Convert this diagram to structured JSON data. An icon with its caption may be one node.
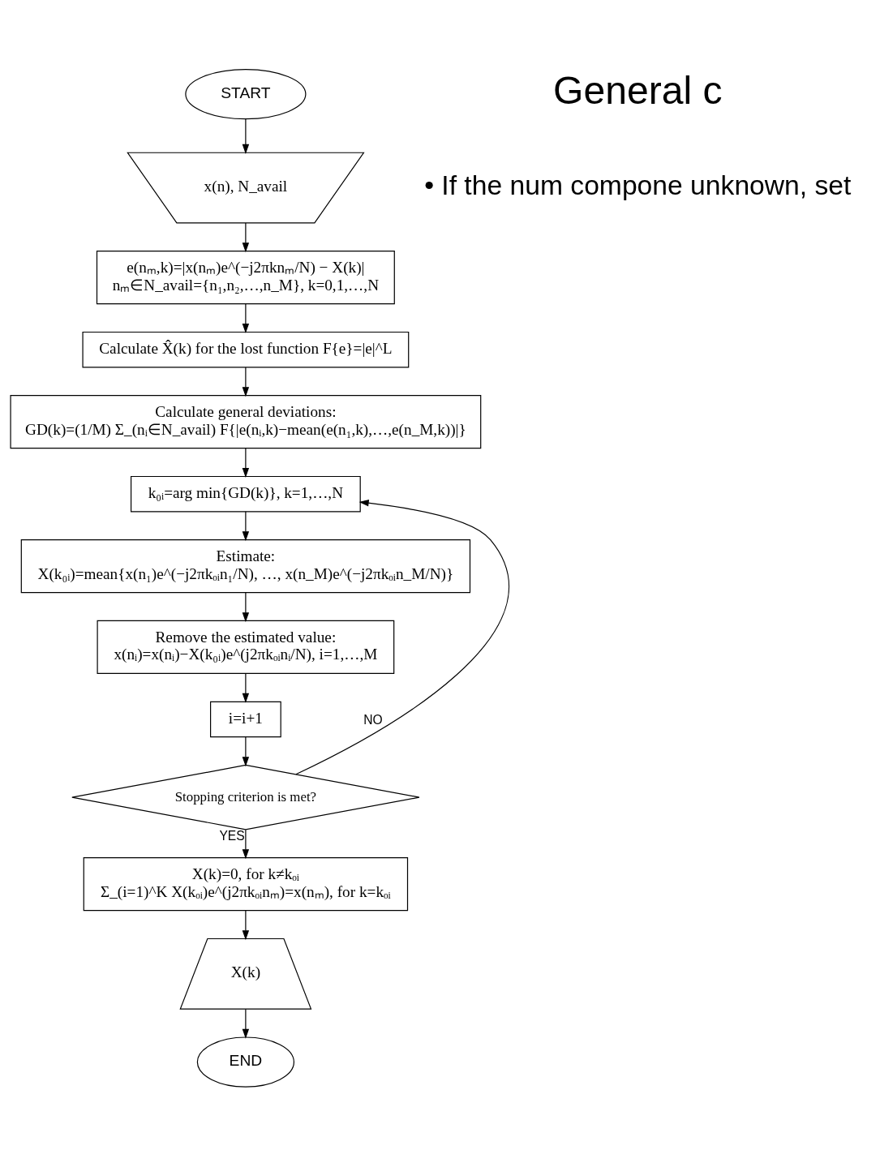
{
  "diagram": {
    "nodes": [
      {
        "text": [
          "START"
        ]
      },
      {
        "text": [
          "x(n), N_avail"
        ]
      },
      {
        "text": [
          "e(nₘ,k)=|x(nₘ)e^(−j2πknₘ/N) − X(k)|",
          "nₘ∈N_avail={n₁,n₂,…,n_M}, k=0,1,…,N"
        ]
      },
      {
        "text": [
          "Calculate X̂(k) for the lost function F{e}=|e|^L"
        ]
      },
      {
        "text": [
          "Calculate general deviations:",
          "GD(k)=(1/M) Σ_(nᵢ∈N_avail) F{|e(nᵢ,k)−mean(e(n₁,k),…,e(n_M,k))|}"
        ]
      },
      {
        "text": [
          "k₀ᵢ=arg min{GD(k)}, k=1,…,N"
        ]
      },
      {
        "text": [
          "Estimate:",
          "X(k₀ᵢ)=mean{x(n₁)e^(−j2πkₒᵢn₁/N), …, x(n_M)e^(−j2πkₒᵢn_M/N)}"
        ]
      },
      {
        "text": [
          "Remove the estimated value:",
          "x(nᵢ)=x(nᵢ)−X(k₀ᵢ)e^(j2πkₒᵢnᵢ/N), i=1,…,M"
        ]
      },
      {
        "text": [
          "i=i+1"
        ]
      },
      {
        "text": [
          "Stopping criterion is met?"
        ]
      },
      {
        "text": [
          "X(k)=0, for k≠kₒᵢ",
          "Σ_(i=1)^K X(kₒᵢ)e^(j2πkₒᵢnₘ)=x(nₘ), for k=kₒᵢ"
        ]
      },
      {
        "text": [
          "X(k)"
        ]
      },
      {
        "text": [
          "END"
        ]
      }
    ],
    "edges": [
      {
        "from": 0,
        "to": 1,
        "arrow": "to"
      },
      {
        "from": 1,
        "to": 2,
        "arrow": "to"
      },
      {
        "from": 2,
        "to": 3,
        "arrow": "to"
      },
      {
        "from": 3,
        "to": 4,
        "arrow": "to"
      },
      {
        "from": 4,
        "to": 5,
        "arrow": "to"
      },
      {
        "from": 5,
        "to": 6,
        "arrow": "to"
      },
      {
        "from": 6,
        "to": 7,
        "arrow": "to"
      },
      {
        "from": 7,
        "to": 8,
        "arrow": "to"
      },
      {
        "from": 8,
        "to": 9,
        "arrow": "to"
      },
      {
        "from": 9,
        "to": 5,
        "arrow": "to",
        "label": "NO"
      },
      {
        "from": 9,
        "to": 10,
        "arrow": "to",
        "label": "YES"
      },
      {
        "from": 10,
        "to": 11,
        "arrow": "to"
      },
      {
        "from": 11,
        "to": 12,
        "arrow": "to"
      }
    ],
    "labels": [
      "General c",
      "• If the num compone unknown, set"
    ]
  }
}
